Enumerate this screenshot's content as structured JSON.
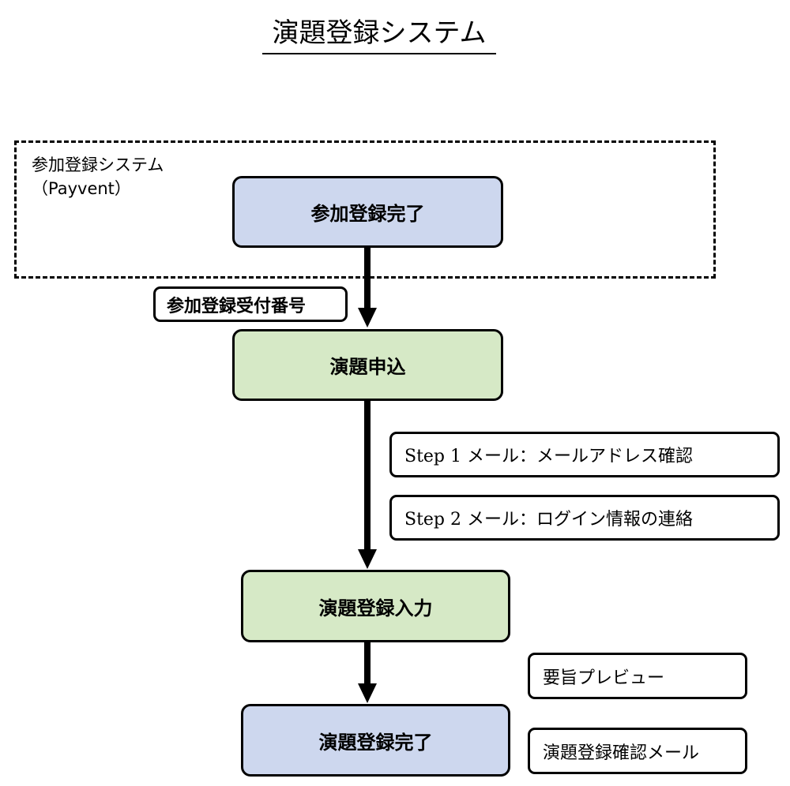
{
  "title": "演題登録システム",
  "payvent_region": {
    "label_line1": "参加登録システム",
    "label_line2": "（Payvent）"
  },
  "steps": {
    "registration_complete": "参加登録完了",
    "abstract_application": "演題申込",
    "abstract_registration_input": "演題登録入力",
    "abstract_registration_complete": "演題登録完了"
  },
  "notes": {
    "receipt_number": "参加登録受付番号",
    "step1_mail": "Step 1 メール：メールアドレス確認",
    "step2_mail": "Step 2 メール：ログイン情報の連絡",
    "abstract_preview": "要旨プレビュー",
    "confirmation_mail": "演題登録確認メール"
  },
  "colors": {
    "blue_box": "#cdd7ee",
    "green_box": "#d6e9c6",
    "stroke": "#000000"
  }
}
